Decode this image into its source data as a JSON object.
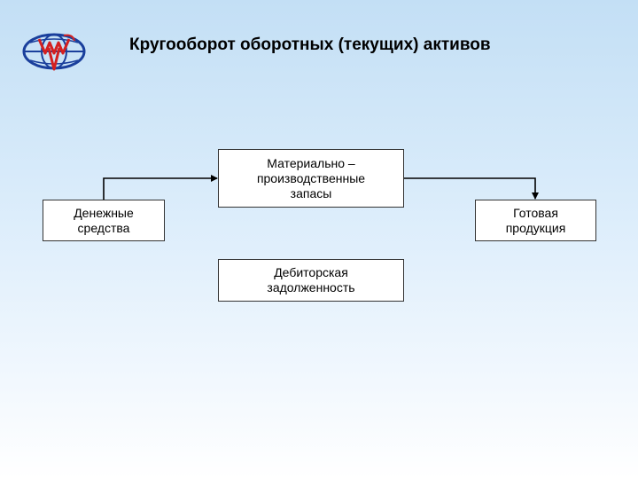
{
  "header": {
    "title": "Кругооборот оборотных (текущих) активов",
    "logo_icon": "globe-logo-icon"
  },
  "diagram": {
    "nodes": {
      "materials": "Материально –\nпроизводственные\nзапасы",
      "cash": "Денежные\nсредства",
      "products": "Готовая\nпродукция",
      "receivables": "Дебиторская\nзадолженность"
    },
    "edges": [
      {
        "from": "cash",
        "to": "materials"
      },
      {
        "from": "materials",
        "to": "products"
      }
    ]
  },
  "colors": {
    "logo_red": "#d42020",
    "logo_blue": "#1a3f9c",
    "background_top": "#c3dff5",
    "background_bottom": "#ffffff",
    "box_border": "#333333"
  }
}
